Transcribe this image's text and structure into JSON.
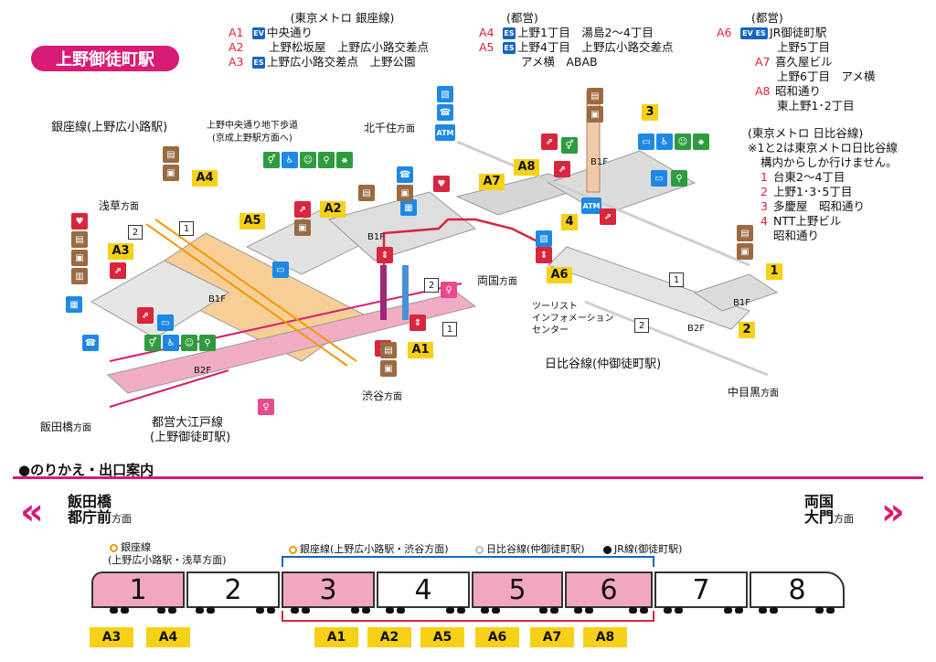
{
  "title": "上野御徒町駅",
  "exits_ginza": {
    "heading": "(東京メトロ 銀座線)",
    "items": [
      {
        "code": "A1",
        "badge": "EV",
        "lines": [
          "中央通り"
        ]
      },
      {
        "code": "A2",
        "badge": "",
        "lines": [
          "上野松坂屋　上野広小路交差点"
        ]
      },
      {
        "code": "A3",
        "badge": "ES",
        "lines": [
          "上野広小路交差点　上野公園"
        ]
      }
    ]
  },
  "exits_toei1": {
    "heading": "(都営)",
    "items": [
      {
        "code": "A4",
        "badge": "ES",
        "lines": [
          "上野1丁目　湯島2～4丁目"
        ]
      },
      {
        "code": "A5",
        "badge": "ES",
        "lines": [
          "上野4丁目　上野広小路交差点",
          "アメ横　ABAB"
        ]
      }
    ]
  },
  "exits_toei2": {
    "heading": "(都営)",
    "items": [
      {
        "code": "A6",
        "badge": "EV ES",
        "lines": [
          "JR御徒町駅",
          "上野5丁目"
        ]
      },
      {
        "code": "A7",
        "badge": "",
        "lines": [
          "喜久屋ビル",
          "上野6丁目　アメ横"
        ]
      },
      {
        "code": "A8",
        "badge": "",
        "lines": [
          "昭和通り",
          "東上野1･2丁目"
        ]
      }
    ]
  },
  "hibiya_exits": {
    "heading": "(東京メトロ 日比谷線)",
    "note1": "※1と2は東京メトロ日比谷線",
    "note2": "構内からしか行けません。",
    "items": [
      {
        "num": "1",
        "text": "台東2～4丁目"
      },
      {
        "num": "2",
        "text": "上野1･3･5丁目"
      },
      {
        "num": "3",
        "text": "多慶屋　昭和通り"
      },
      {
        "num": "4",
        "text": "NTT上野ビル"
      },
      {
        "num": "",
        "text": "昭和通り"
      }
    ]
  },
  "map": {
    "ginza_station": "銀座線(上野広小路駅)",
    "underpass1": "上野中央通り地下歩道",
    "underpass2": "(京成上野駅方面へ)",
    "kitasenju": "北千住",
    "dir": "方面",
    "asakusa": "浅草",
    "ryogoku": "両国",
    "shibuya": "渋谷",
    "iidabashi": "飯田橋",
    "nakameguro": "中目黒",
    "oedo1": "都営大江戸線",
    "oedo2": "(上野御徒町駅)",
    "hibiya_station": "日比谷線(仲御徒町駅)",
    "tourist1": "ツーリスト",
    "tourist2": "インフォメーション",
    "tourist3": "センター",
    "b1f": "B1F",
    "b2f": "B2F",
    "atm": "ATM"
  },
  "transfer": {
    "title": "●のりかえ・出口案内",
    "left_dest1": "飯田橋",
    "left_dest2": "都庁前",
    "right_dest1": "両国",
    "right_dest2": "大門",
    "dir": "方面",
    "ginza_left1": "銀座線",
    "ginza_left2": "(上野広小路駅・浅草方面)",
    "ginza_mid": "銀座線(上野広小路駅・渋谷方面)",
    "hibiya": "日比谷線(仲御徒町駅)",
    "jr": "JR線(御徒町駅)",
    "cars": [
      "1",
      "2",
      "3",
      "4",
      "5",
      "6",
      "7",
      "8"
    ],
    "exits": [
      "A3",
      "A4",
      "A1",
      "A2",
      "A5",
      "A6",
      "A7",
      "A8"
    ]
  },
  "colors": {
    "accent": "#d81b74",
    "exit_yellow": "#f7d117",
    "ginza_orange": "#f39800"
  }
}
